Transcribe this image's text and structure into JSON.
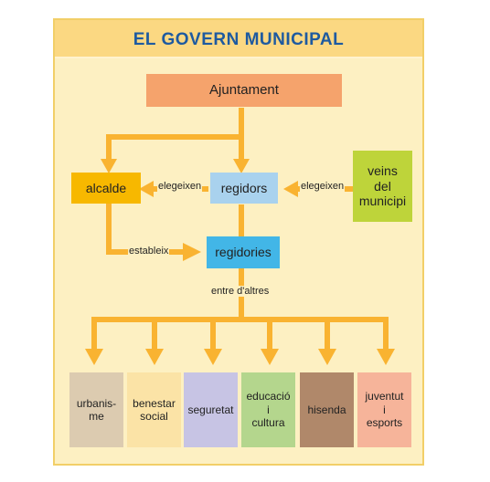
{
  "title": "EL GOVERN MUNICIPAL",
  "nodes": {
    "ajuntament": "Ajuntament",
    "alcalde": "alcalde",
    "regidors": "regidors",
    "veins": "veins\ndel\nmunicipi",
    "regidories": "regidories"
  },
  "labels": {
    "elegeixen_left": "elegeixen",
    "elegeixen_right": "elegeixen",
    "estableix": "estableix",
    "entre": "entre d'altres"
  },
  "areas": [
    {
      "id": "urbanisme",
      "label": "urbanis-\nme",
      "color": "#dccbb0"
    },
    {
      "id": "benestar",
      "label": "benestar\nsocial",
      "color": "#fbe3a6"
    },
    {
      "id": "seguretat",
      "label": "seguretat",
      "color": "#c7c4e4"
    },
    {
      "id": "educacio",
      "label": "educació\ni\ncultura",
      "color": "#b4d68d"
    },
    {
      "id": "hisenda",
      "label": "hisenda",
      "color": "#b0886a"
    },
    {
      "id": "joventut",
      "label": "juventut\ni\nesports",
      "color": "#f6b49a"
    }
  ],
  "colors": {
    "arrow": "#f9b331",
    "ajuntament": "#f5a36c",
    "alcalde": "#f7b800",
    "regidors": "#a9d2ee",
    "veins": "#bed43a",
    "regidories": "#42b6e7",
    "title": "#1e5aa0"
  }
}
